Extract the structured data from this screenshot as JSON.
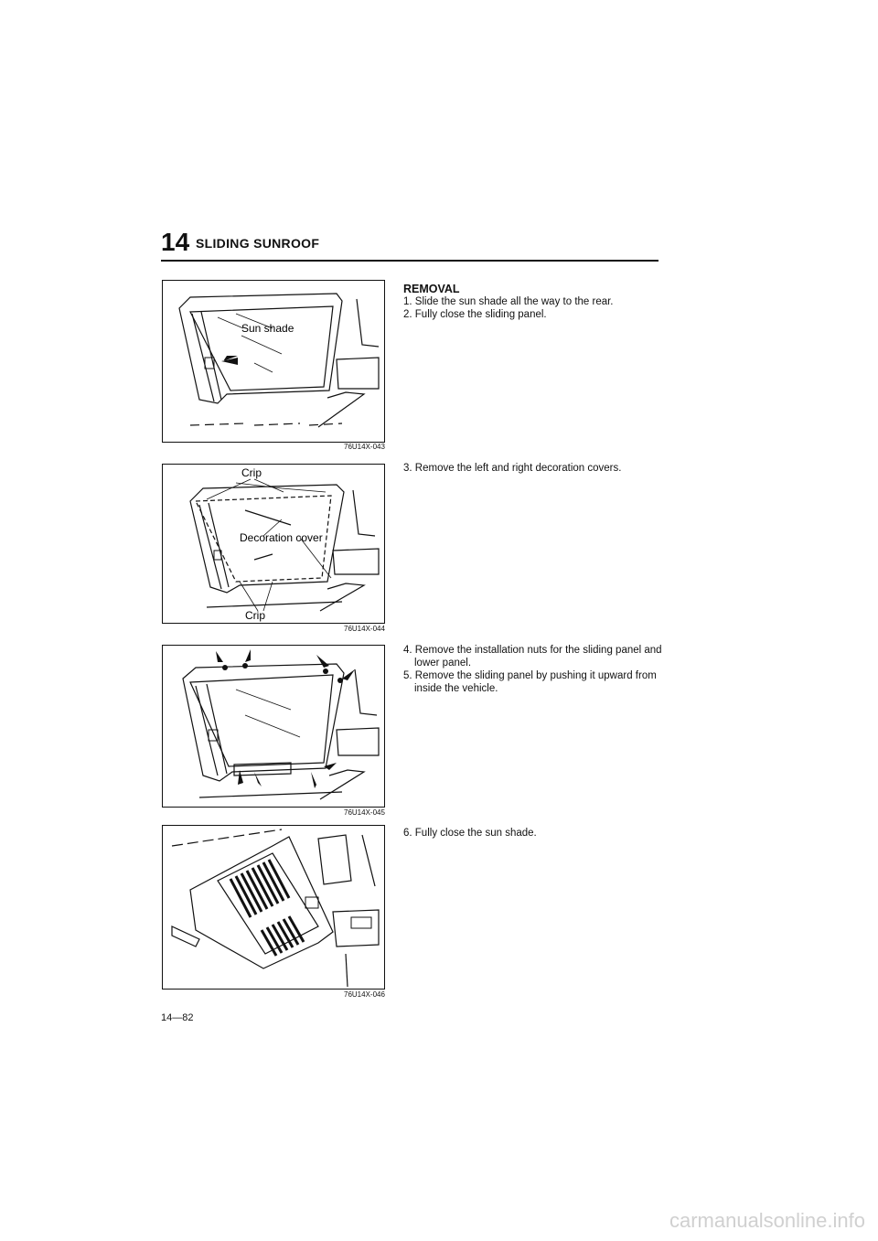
{
  "header": {
    "chapter_number": "14",
    "chapter_title": "SLIDING SUNROOF"
  },
  "figures": [
    {
      "code": "76U14X-043",
      "labels": [
        "Sun shade"
      ]
    },
    {
      "code": "76U14X-044",
      "labels": [
        "Crip",
        "Decoration cover",
        "Crip"
      ]
    },
    {
      "code": "76U14X-045",
      "labels": []
    },
    {
      "code": "76U14X-046",
      "labels": []
    }
  ],
  "sections": [
    {
      "heading": "REMOVAL",
      "steps": [
        "1. Slide the sun shade all the way to the rear.",
        "2. Fully close the sliding panel."
      ]
    },
    {
      "steps": [
        "3. Remove the left and right decoration covers."
      ]
    },
    {
      "steps": [
        "4. Remove the installation nuts for the sliding panel and lower panel.",
        "5. Remove the sliding panel by pushing it upward from inside the vehicle."
      ]
    },
    {
      "steps": [
        "6. Fully close the sun shade."
      ]
    }
  ],
  "footer": {
    "page_number": "14—82",
    "watermark": "carmanualsonline.info"
  }
}
